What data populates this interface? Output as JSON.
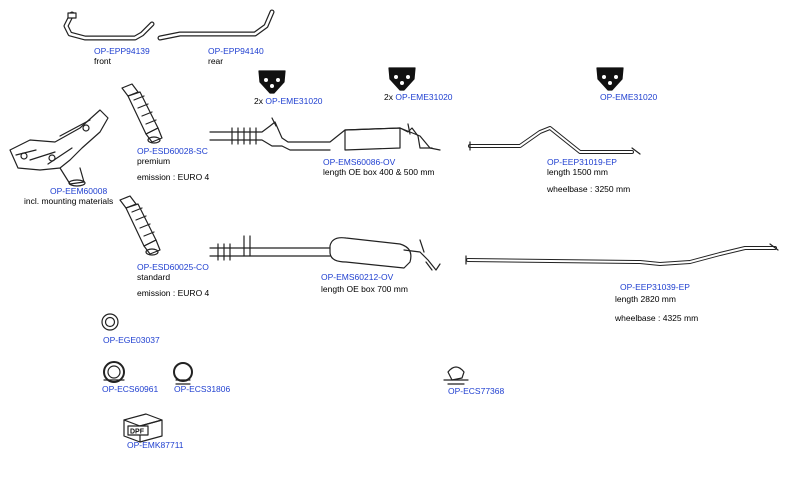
{
  "parts": {
    "epp94139": {
      "code": "OP-EPP94139",
      "note": "front"
    },
    "epp94140": {
      "code": "OP-EPP94140",
      "note": "rear"
    },
    "eme_a": {
      "qty": "2x",
      "code": "OP-EME31020"
    },
    "eme_b": {
      "qty": "2x",
      "code": "OP-EME31020"
    },
    "eme_c": {
      "code": "OP-EME31020"
    },
    "esd60028": {
      "code": "OP-ESD60028-SC",
      "note": "premium",
      "emission": "emission : EURO 4"
    },
    "eem60008": {
      "code": "OP-EEM60008",
      "note": "incl. mounting materials"
    },
    "ems60086": {
      "code": "OP-EMS60086-OV",
      "note": "length OE box 400 & 500 mm"
    },
    "eep31019": {
      "code": "OP-EEP31019-EP",
      "note": "length 1500 mm",
      "wheelbase": "wheelbase : 3250 mm"
    },
    "esd60025": {
      "code": "OP-ESD60025-CO",
      "note": "standard",
      "emission": "emission : EURO 4"
    },
    "ems60212": {
      "code": "OP-EMS60212-OV",
      "note": "length OE box 700 mm"
    },
    "eep31039": {
      "code": "OP-EEP31039-EP",
      "note": "length 2820 mm",
      "wheelbase": "wheelbase : 4325 mm"
    },
    "ege03037": {
      "code": "OP-EGE03037"
    },
    "ecs60961": {
      "code": "OP-ECS60961"
    },
    "ecs31806": {
      "code": "OP-ECS31806"
    },
    "ecs77368": {
      "code": "OP-ECS77368"
    },
    "emk87711": {
      "code": "OP-EMK87711",
      "badge": "DPF"
    }
  },
  "colors": {
    "link": "#1f3fd0",
    "line": "#222222"
  },
  "icons": [
    "pipe-icon",
    "hanger-icon",
    "catalyst-icon",
    "manifold-icon",
    "silencer-icon",
    "gasket-icon",
    "clamp-icon",
    "kit-box-icon"
  ]
}
